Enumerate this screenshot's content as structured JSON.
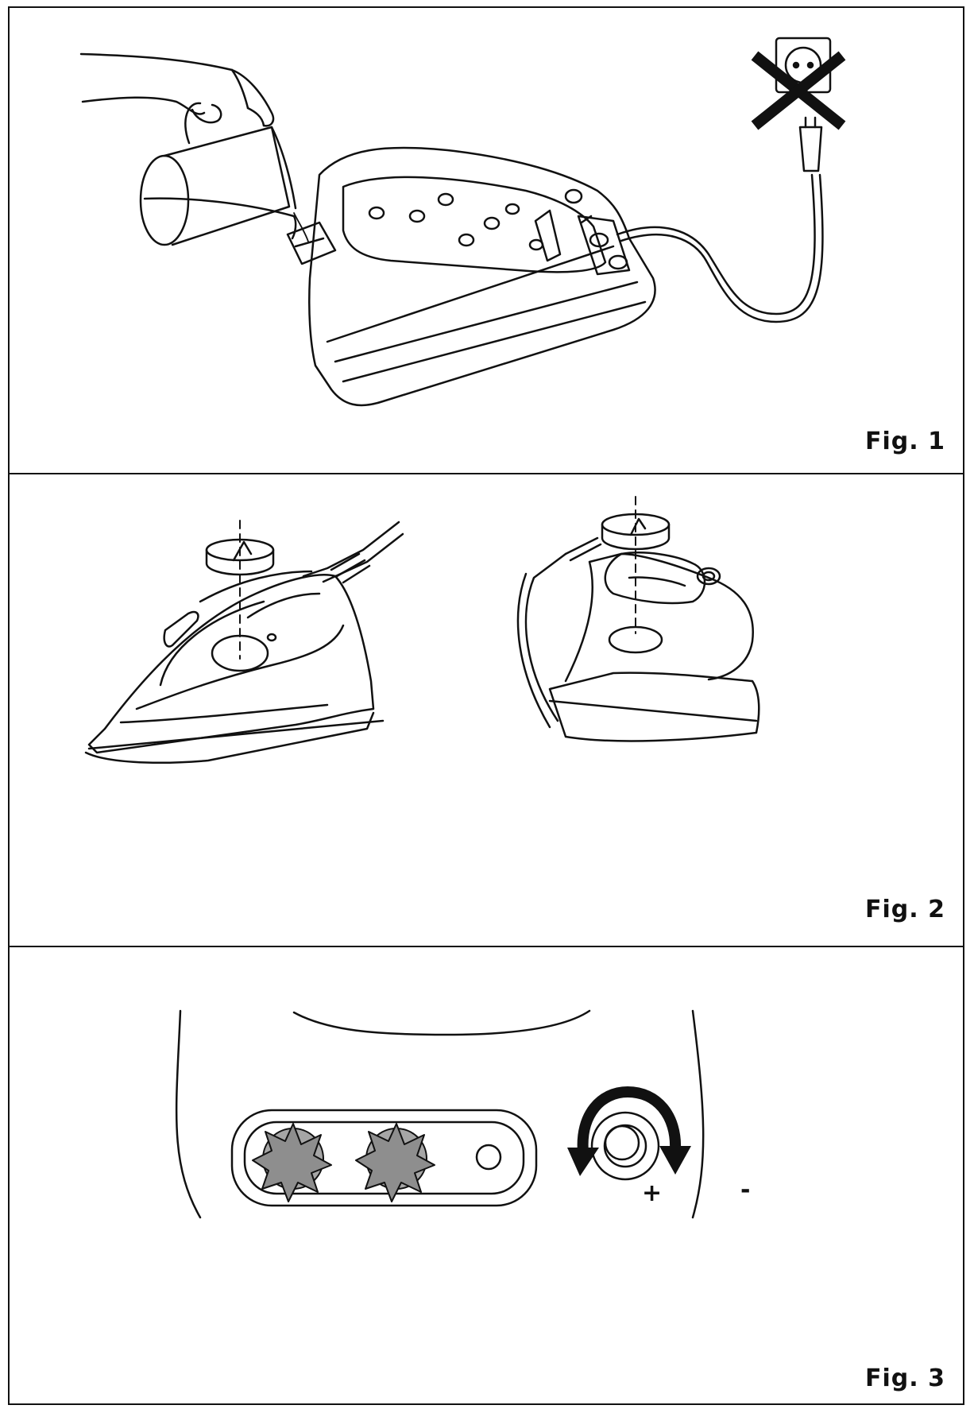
{
  "figures": [
    {
      "label": "Fig. 1"
    },
    {
      "label": "Fig. 2"
    },
    {
      "label": "Fig. 3"
    }
  ],
  "fig3": {
    "plus_sign": "+",
    "minus_sign": "-"
  },
  "colors": {
    "line": "#111111",
    "light_fill": "#a6a6a6",
    "background": "#ffffff"
  }
}
